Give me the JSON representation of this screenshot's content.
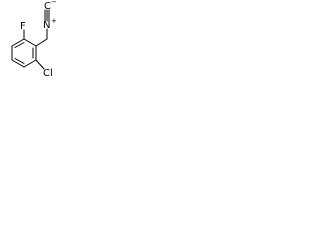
{
  "molecule": {
    "atoms": {
      "fluorine": "F",
      "chlorine": "Cl",
      "nitrogen": "N",
      "nitrogen_charge": "+",
      "carbon_terminal": "C",
      "carbon_charge": "−"
    },
    "colors": {
      "bond": "#000000",
      "text": "#000000",
      "background": "#ffffff"
    }
  }
}
